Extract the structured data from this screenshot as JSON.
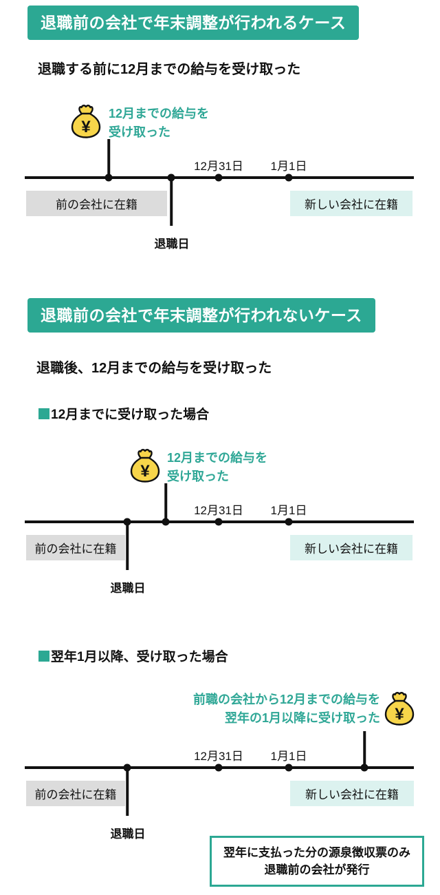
{
  "colors": {
    "banner_teal": "#2CA893",
    "light_teal_box": "#DCF2EF",
    "annotation_teal": "#2FA796",
    "gray_box": "#DCDCDC",
    "timeline_black": "#111111",
    "money_bag_yellow": "#F7D54A"
  },
  "case_a": {
    "banner": "退職前の会社で年末調整が行われるケース",
    "subtitle": "退職する前に12月までの給与を受け取った",
    "timeline": {
      "money_icon": "yen-money-bag-icon",
      "yen_symbol": "¥",
      "annotation_line1": "12月までの給与を",
      "annotation_line2": "受け取った",
      "date_dec31": "12月31日",
      "date_jan1": "1月1日",
      "prev_company": "前の会社に在籍",
      "new_company": "新しい会社に在籍",
      "retirement_day": "退職日"
    }
  },
  "case_b": {
    "banner": "退職前の会社で年末調整が行われないケース",
    "subtitle": "退職後、12月までの給与を受け取った",
    "sub_case1": {
      "heading": "12月までに受け取った場合",
      "timeline": {
        "money_icon": "yen-money-bag-icon",
        "yen_symbol": "¥",
        "annotation_line1": "12月までの給与を",
        "annotation_line2": "受け取った",
        "date_dec31": "12月31日",
        "date_jan1": "1月1日",
        "prev_company": "前の会社に在籍",
        "new_company": "新しい会社に在籍",
        "retirement_day": "退職日"
      }
    },
    "sub_case2": {
      "heading": "翌年1月以降、受け取った場合",
      "timeline": {
        "money_icon": "yen-money-bag-icon",
        "yen_symbol": "¥",
        "annotation_line1": "前職の会社から12月までの給与を",
        "annotation_line2": "翌年の1月以降に受け取った",
        "date_dec31": "12月31日",
        "date_jan1": "1月1日",
        "prev_company": "前の会社に在籍",
        "new_company": "新しい会社に在籍",
        "retirement_day": "退職日"
      },
      "note_line1": "翌年に支払った分の源泉徴収票のみ",
      "note_line2": "退職前の会社が発行"
    }
  }
}
